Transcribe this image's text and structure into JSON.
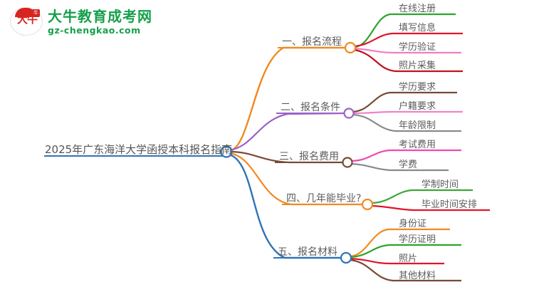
{
  "logo": {
    "mark_text": "大牛",
    "mark_badge": "牛",
    "title": "大牛教育成考网",
    "subtitle": "gz-chengkao.com",
    "brand_green": "#15a04a",
    "brand_red": "#d8231f"
  },
  "mindmap": {
    "root": {
      "label": "2025年广东海洋大学函授本科报名指南",
      "color": "#2f74b5",
      "node_name": "root-node"
    },
    "branches": [
      {
        "label": "一、报名流程",
        "color": "#f08a20",
        "children": [
          {
            "label": "在线注册",
            "color": "#2ea32e"
          },
          {
            "label": "填写信息",
            "color": "#e0162b"
          },
          {
            "label": "学历验证",
            "color": "#f07fc0"
          },
          {
            "label": "照片采集",
            "color": "#c1121f"
          }
        ]
      },
      {
        "label": "二、报名条件",
        "color": "#9b62c9",
        "children": [
          {
            "label": "学历要求",
            "color": "#7a4a33"
          },
          {
            "label": "户籍要求",
            "color": "#ef84c6"
          },
          {
            "label": "年龄限制",
            "color": "#8a8a8a"
          }
        ]
      },
      {
        "label": "三、报名费用",
        "color": "#7a4a33",
        "children": [
          {
            "label": "考试费用",
            "color": "#ee4bb0"
          },
          {
            "label": "学费",
            "color": "#8a8a8a"
          }
        ]
      },
      {
        "label": "四、几年能毕业?",
        "color": "#f08a20",
        "children": [
          {
            "label": "学制时间",
            "color": "#3aa83a"
          },
          {
            "label": "毕业时间安排",
            "color": "#e0162b"
          }
        ]
      },
      {
        "label": "五、报名材料",
        "color": "#2f74b5",
        "children": [
          {
            "label": "身份证",
            "color": "#f08a20"
          },
          {
            "label": "学历证明",
            "color": "#2ea32e"
          },
          {
            "label": "照片",
            "color": "#e0162b"
          },
          {
            "label": "其他材料",
            "color": "#7a4a33"
          }
        ]
      }
    ]
  }
}
